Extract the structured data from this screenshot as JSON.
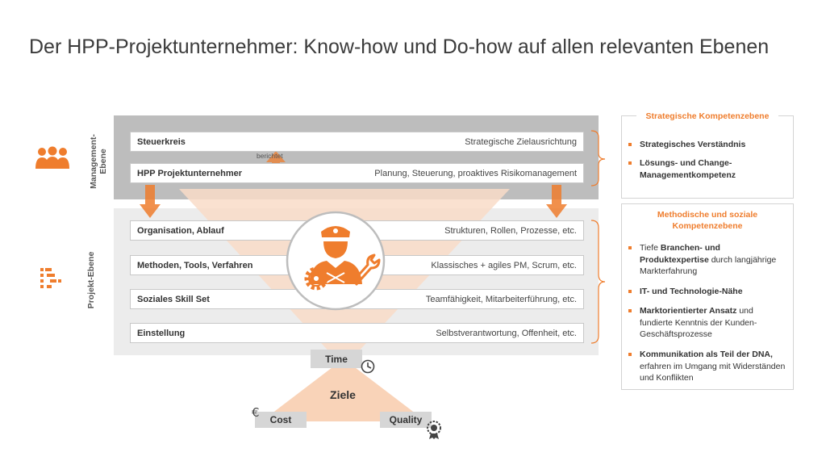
{
  "title": "Der HPP-Projektunternehmer: Know-how und Do-how auf allen relevanten Ebenen",
  "side_labels": {
    "management": "Management-\nEbene",
    "project": "Projekt-Ebene"
  },
  "management_rows": [
    {
      "label": "Steuerkreis",
      "desc": "Strategische Zielausrichtung"
    },
    {
      "label": "HPP Projektunternehmer",
      "desc": "Planung, Steuerung, proaktives Risikomanagement"
    }
  ],
  "berichtet": "berichtet",
  "project_rows": [
    {
      "label": "Organisation, Ablauf",
      "desc": "Strukturen,  Rollen, Prozesse, etc."
    },
    {
      "label": "Methoden, Tools, Verfahren",
      "desc": "Klassisches + agiles PM, Scrum, etc."
    },
    {
      "label": "Soziales Skill Set",
      "desc": "Teamfähigkeit, Mitarbeiterführung,  etc."
    },
    {
      "label": "Einstellung",
      "desc": "Selbstverantwortung,  Offenheit, etc."
    }
  ],
  "triangle": {
    "center": "Ziele",
    "time": "Time",
    "cost": "Cost",
    "quality": "Quality"
  },
  "panel_strategic": {
    "title": "Strategische Kompetenzebene",
    "bullets": [
      {
        "bold": "Strategisches Verständnis",
        "rest": ""
      },
      {
        "bold": "Lösungs- und Change-Managementkompetenz",
        "rest": ""
      }
    ]
  },
  "panel_method": {
    "title": "Methodische und soziale Kompetenzebene",
    "bullets": [
      {
        "pre": "Tiefe ",
        "bold": "Branchen- und Produktexpertise",
        "rest": " durch langjährige Markterfahrung"
      },
      {
        "pre": "",
        "bold": "IT- und Technologie-Nähe",
        "rest": ""
      },
      {
        "pre": "",
        "bold": "Marktorientierter Ansatz",
        "rest": " und fundierte Kenntnis der Kunden-Geschäftsprozesse"
      },
      {
        "pre": "",
        "bold": "Kommunikation als Teil der DNA,",
        "rest": " erfahren im Umgang mit Widerständen und Konflikten"
      }
    ]
  },
  "icons": [
    "people-group-icon",
    "org-chart-icon",
    "captain-icon",
    "gear-icon",
    "wrench-icon",
    "clock-icon",
    "euro-icon",
    "quality-seal-icon",
    "arrow-up-icon",
    "arrow-down-icon"
  ],
  "colors": {
    "accent": "#ef7d2d",
    "band_dark": "#bdbdbd",
    "band_light": "#ececec",
    "funnel": "#f9dcc8"
  }
}
